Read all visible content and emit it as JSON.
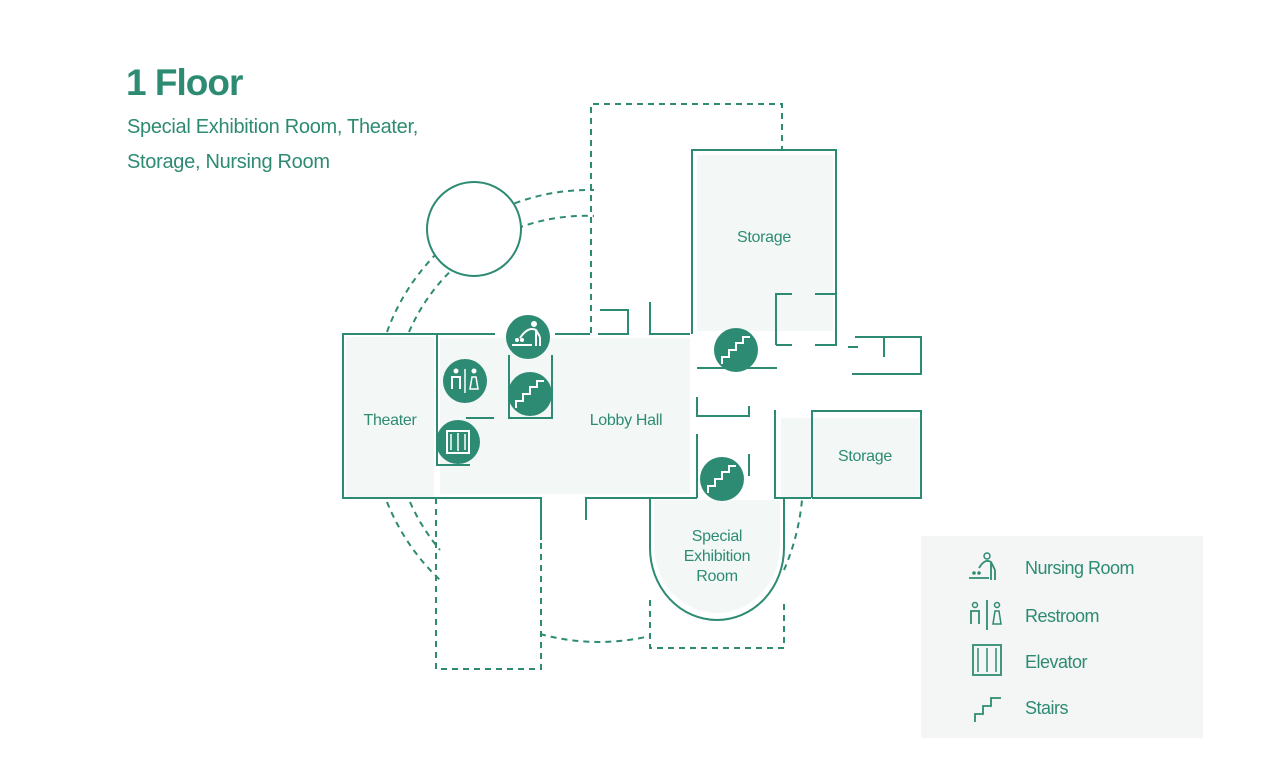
{
  "header": {
    "title": "1 Floor",
    "subtitle_line1": "Special Exhibition Room, Theater,",
    "subtitle_line2": "Storage, Nursing Room"
  },
  "rooms": {
    "theater": "Theater",
    "lobby": "Lobby Hall",
    "storage_top": "Storage",
    "storage_right": "Storage",
    "special_line1": "Special",
    "special_line2": "Exhibition",
    "special_line3": "Room"
  },
  "legend": {
    "items": [
      {
        "icon": "nursing-room-icon",
        "label": "Nursing Room"
      },
      {
        "icon": "restroom-icon",
        "label": "Restroom"
      },
      {
        "icon": "elevator-icon",
        "label": "Elevator"
      },
      {
        "icon": "stairs-icon",
        "label": "Stairs"
      }
    ]
  },
  "colors": {
    "primary": "#2e8b73",
    "room_fill": "#f3f8f6",
    "legend_bg": "#f4f6f5"
  }
}
